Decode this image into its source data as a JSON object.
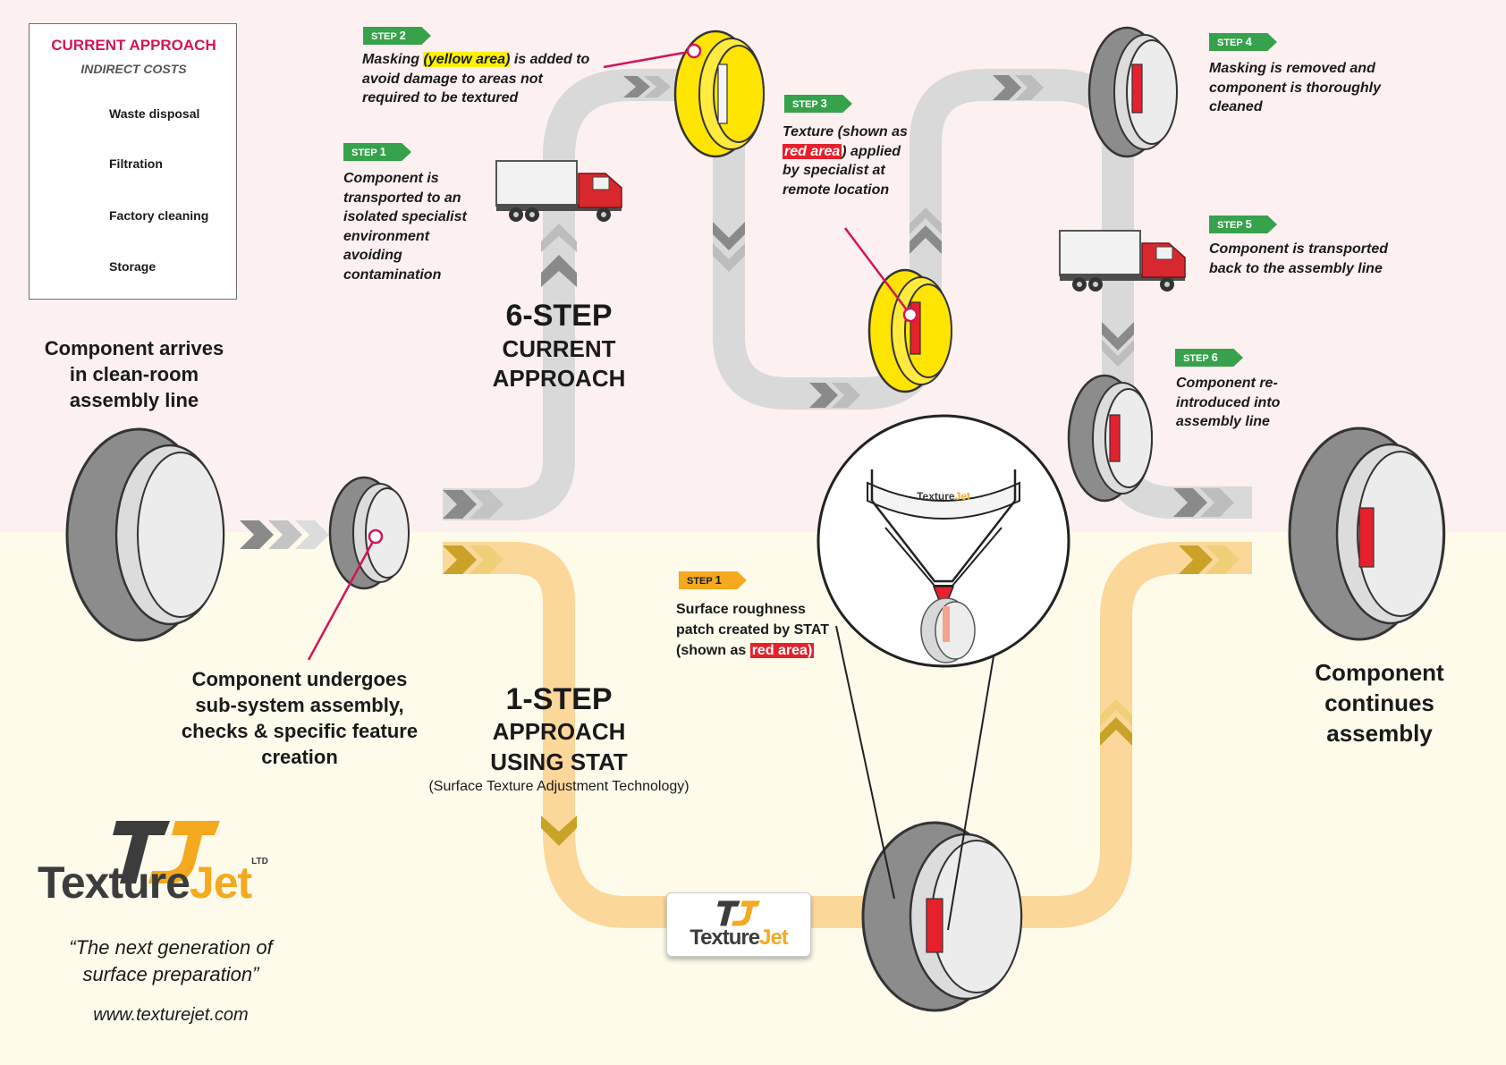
{
  "legend": {
    "title": "CURRENT APPROACH",
    "subtitle": "INDIRECT COSTS",
    "items": [
      {
        "label": "Waste disposal",
        "icon": "trash-bin-icon"
      },
      {
        "label": "Filtration",
        "icon": "filtration-icon"
      },
      {
        "label": "Factory cleaning",
        "icon": "vacuum-cleaner-icon"
      },
      {
        "label": "Storage",
        "icon": "warehouse-icon"
      }
    ]
  },
  "steps_current": [
    {
      "tag_prefix": "STEP",
      "tag_num": "1",
      "text": "Component is transported to an isolated specialist environment avoiding contamination"
    },
    {
      "tag_prefix": "STEP",
      "tag_num": "2",
      "text_before": "Masking ",
      "highlight": "(yellow area)",
      "text_after": " is added to avoid damage to areas not required to be textured"
    },
    {
      "tag_prefix": "STEP",
      "tag_num": "3",
      "text_before": "Texture  (shown as ",
      "highlight": "red area",
      "text_after": ") applied by specialist at remote location"
    },
    {
      "tag_prefix": "STEP",
      "tag_num": "4",
      "text": "Masking is removed and component is thoroughly cleaned"
    },
    {
      "tag_prefix": "STEP",
      "tag_num": "5",
      "text": "Component is transported back to the assembly line"
    },
    {
      "tag_prefix": "STEP",
      "tag_num": "6",
      "text": "Component re-introduced into assembly line"
    }
  ],
  "step_stat": {
    "tag_prefix": "STEP",
    "tag_num": "1",
    "text": "Surface roughness patch created by STAT (shown as",
    "highlight": "red area)"
  },
  "labels": {
    "arrives": "Component arrives in clean-room assembly line",
    "undergoes": "Component undergoes sub-system assembly, checks & specific feature creation",
    "six_step_title": "6-STEP",
    "six_step_sub1": "CURRENT",
    "six_step_sub2": "APPROACH",
    "one_step_title": "1-STEP",
    "one_step_sub1": "APPROACH",
    "one_step_sub2": "USING STAT",
    "stat_expansion": "(Surface Texture Adjustment Technology)",
    "continues": "Component continues assembly"
  },
  "brand": {
    "name_part1": "Texture",
    "name_part2": "Jet",
    "ltd": "LTD",
    "tagline": "“The next generation of surface preparation”",
    "website": "www.texturejet.com"
  },
  "colors": {
    "top_bg": "#fdf0f0",
    "bottom_bg": "#fefbeb",
    "grey_path": "#d9d9d9",
    "gold_path": "#fcd79a",
    "masking_yellow": "#ffe400",
    "texture_red": "#e6212b",
    "accent_pink": "#d4145a",
    "step_green": "#36a24b",
    "step_gold": "#f5a91e",
    "brand_dark": "#3c3c3c",
    "brand_gold": "#f5a91e"
  }
}
